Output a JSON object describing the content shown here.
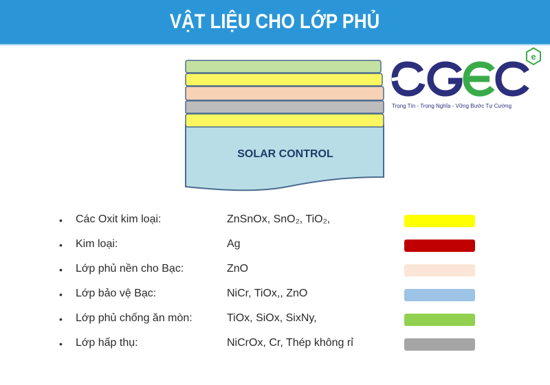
{
  "header": {
    "title": "VẬT LIỆU CHO LỚP PHỦ",
    "background": "#2a96d8"
  },
  "diagram": {
    "label": "SOLAR CONTROL",
    "layers": [
      {
        "name": "top-green",
        "color": "#c3e1a0"
      },
      {
        "name": "yellow-1",
        "color": "#fbf760"
      },
      {
        "name": "peach",
        "color": "#f8d2b5"
      },
      {
        "name": "gray",
        "color": "#bcbcbc"
      },
      {
        "name": "yellow-2",
        "color": "#fbf760"
      }
    ],
    "substrate_color": "#b8dde6",
    "outline_color": "#4a6b8e"
  },
  "logo": {
    "brand": "SGEC",
    "badge": "e",
    "tagline": "Trọng Tín - Trọng Nghĩa - Vững Bước Tự Cường",
    "colors": {
      "navy": "#2b2f7c",
      "green": "#3aab4a"
    }
  },
  "materials": [
    {
      "label": "Các Oxit kim loại:",
      "value": "ZnSnOx, SnO₂,  TiO₂,",
      "color": "#ffff00"
    },
    {
      "label": "Kim loại:",
      "value": "Ag",
      "color": "#c00000"
    },
    {
      "label": "Lớp phủ nền cho Bạc:",
      "value": "ZnO",
      "color": "#fbe5d6"
    },
    {
      "label": "Lớp bảo vệ Bạc:",
      "value": "NiCr, TiOx,, ZnO",
      "color": "#9dc3e6"
    },
    {
      "label": "Lớp phủ chống ăn mòn:",
      "value": "TiOx, SiOx, SixNy,",
      "color": "#92d050"
    },
    {
      "label": "Lớp hấp thụ:",
      "value": "NiCrOx, Cr, Thép không rỉ",
      "color": "#a5a5a5"
    }
  ],
  "bullet_glyph": "•"
}
